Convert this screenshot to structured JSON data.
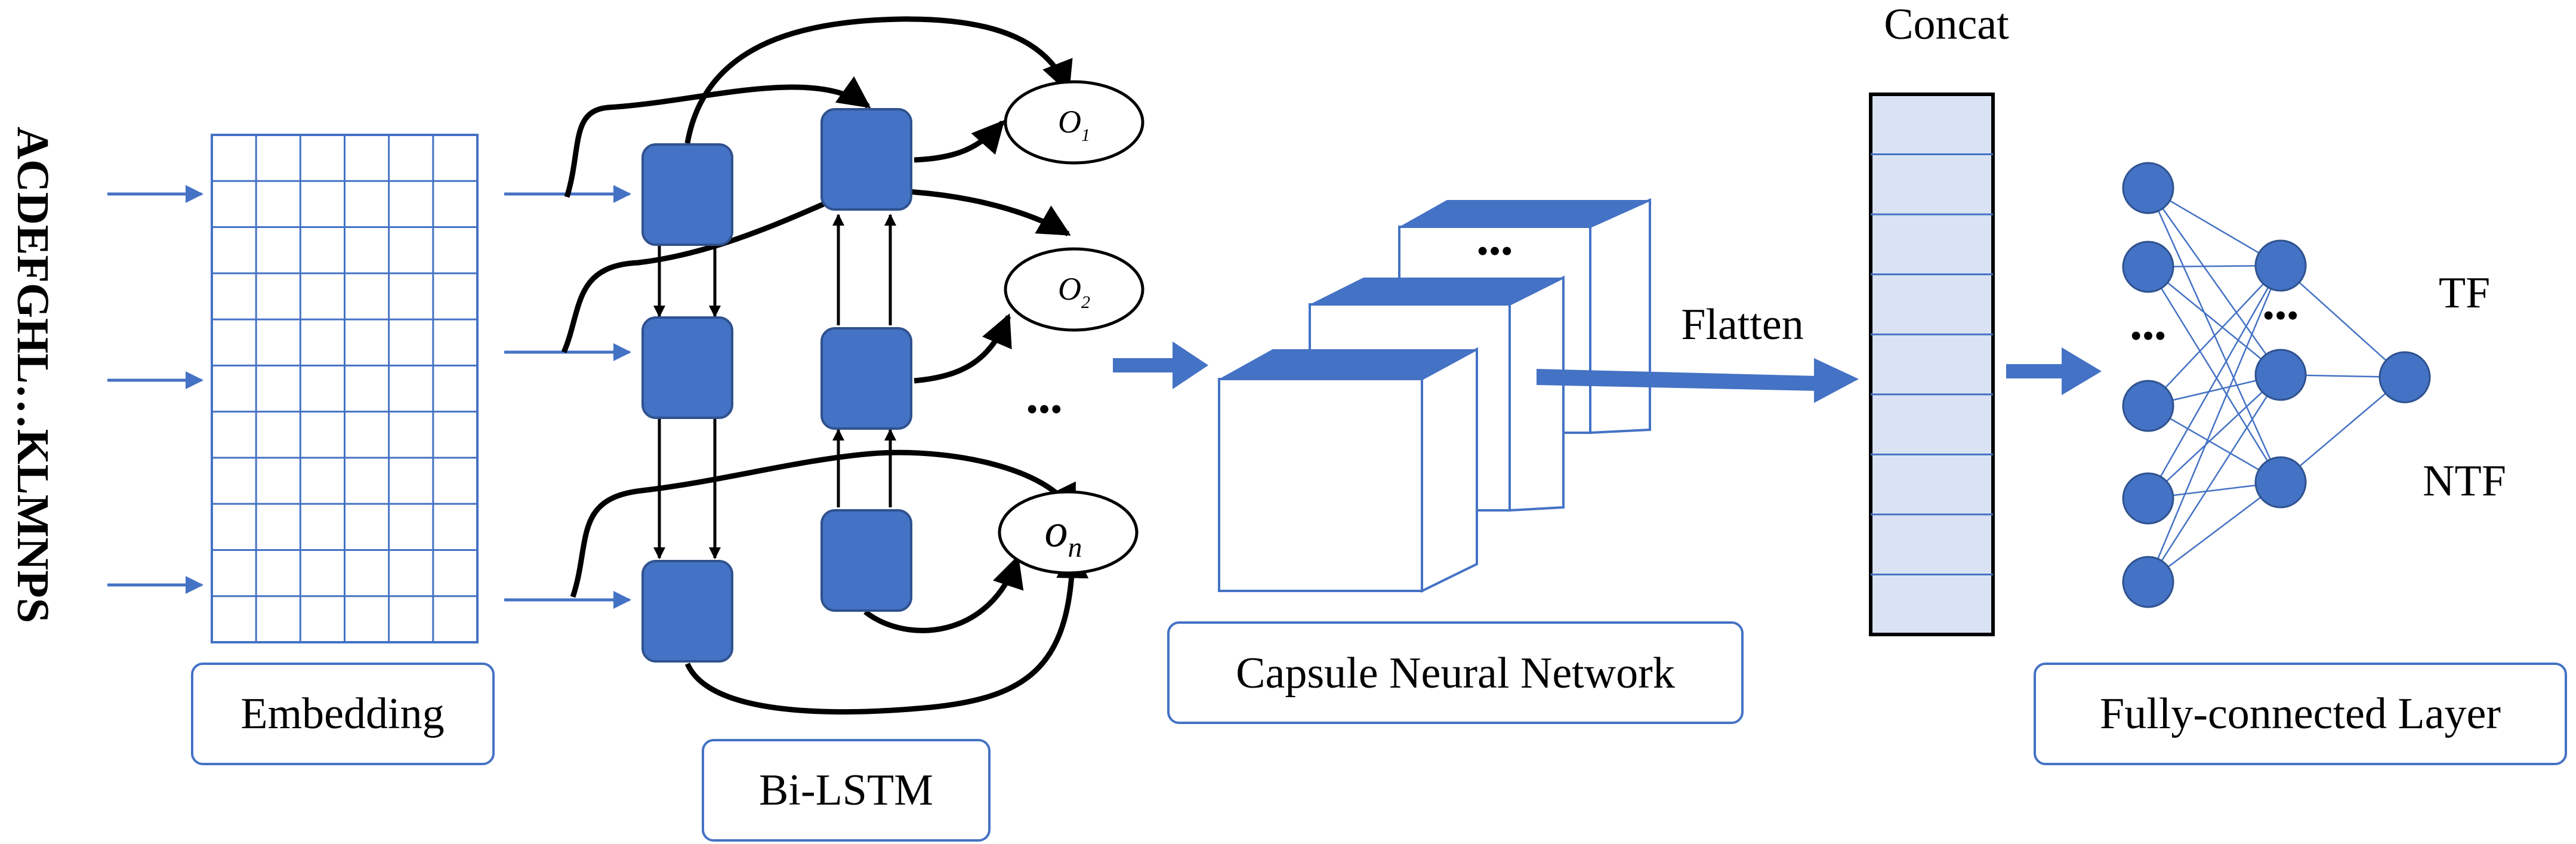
{
  "input_sequence": "ACDEFGHL…KLMNPS",
  "labels": {
    "embedding": "Embedding",
    "bilstm": "Bi-LSTM",
    "capsule": "Capsule Neural Network",
    "concat": "Concat",
    "flatten": "Flatten",
    "fully_connected": "Fully-connected Layer",
    "output_tf": "TF",
    "output_ntf": "NTF"
  },
  "bilstm_outputs": {
    "o1": {
      "base": "O",
      "sub": "1"
    },
    "o2": {
      "base": "O",
      "sub": "2"
    },
    "on": {
      "base": "o",
      "sub": "n"
    }
  },
  "ellipsis": "•••",
  "colors": {
    "node_blue": "#4472c4",
    "line_blue": "#4472c4",
    "concat_fill": "#dae3f3",
    "box_border": "#4472c4"
  }
}
